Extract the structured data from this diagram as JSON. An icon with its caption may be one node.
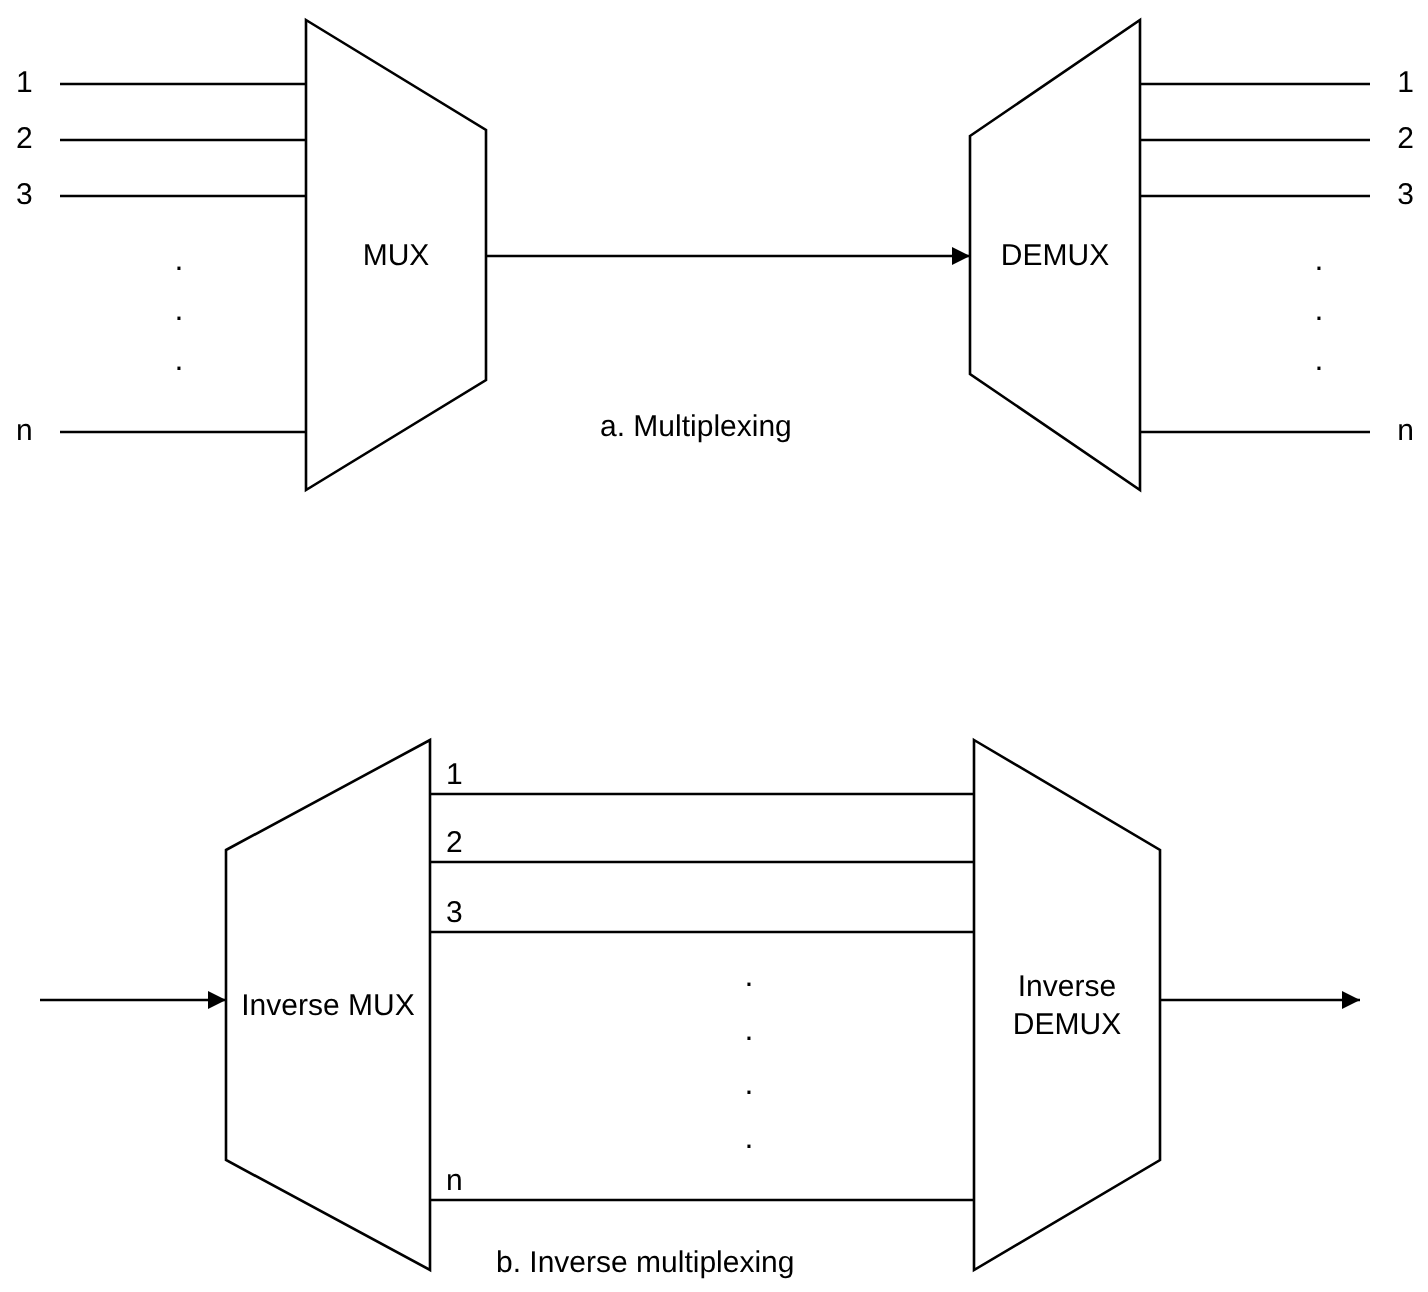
{
  "diagram": {
    "nodes": [
      {
        "text": [
          "MUX"
        ]
      },
      {
        "text": [
          "DEMUX"
        ]
      },
      {
        "text": [
          "1"
        ]
      },
      {
        "text": [
          "2"
        ]
      },
      {
        "text": [
          "3"
        ]
      },
      {
        "text": [
          "n"
        ]
      },
      {
        "text": [
          "1"
        ]
      },
      {
        "text": [
          "2"
        ]
      },
      {
        "text": [
          "3"
        ]
      },
      {
        "text": [
          "n"
        ]
      },
      {
        "text": [
          "Inverse MUX"
        ]
      },
      {
        "text": [
          "Inverse DEMUX"
        ]
      }
    ],
    "edges": [
      {
        "from": 2,
        "to": 0,
        "arrow": "none"
      },
      {
        "from": 3,
        "to": 0,
        "arrow": "none"
      },
      {
        "from": 4,
        "to": 0,
        "arrow": "none"
      },
      {
        "from": 5,
        "to": 0,
        "arrow": "none"
      },
      {
        "from": 0,
        "to": 1,
        "arrow": "to"
      },
      {
        "from": 1,
        "to": 6,
        "arrow": "none"
      },
      {
        "from": 1,
        "to": 7,
        "arrow": "none"
      },
      {
        "from": 1,
        "to": 8,
        "arrow": "none"
      },
      {
        "from": 1,
        "to": 9,
        "arrow": "none"
      },
      {
        "from": 10,
        "to": 11,
        "label": "1",
        "arrow": "none"
      },
      {
        "from": 10,
        "to": 11,
        "label": "2",
        "arrow": "none"
      },
      {
        "from": 10,
        "to": 11,
        "label": "3",
        "arrow": "none"
      },
      {
        "from": 10,
        "to": 11,
        "label": "n",
        "arrow": "none"
      },
      {
        "from": null,
        "to": 10,
        "arrow": "to"
      },
      {
        "from": 11,
        "to": null,
        "arrow": "to"
      }
    ],
    "labels": [
      ". . .",
      ". . .",
      "a. Multiplexing",
      ". . . .",
      "b. Inverse multiplexing"
    ]
  }
}
